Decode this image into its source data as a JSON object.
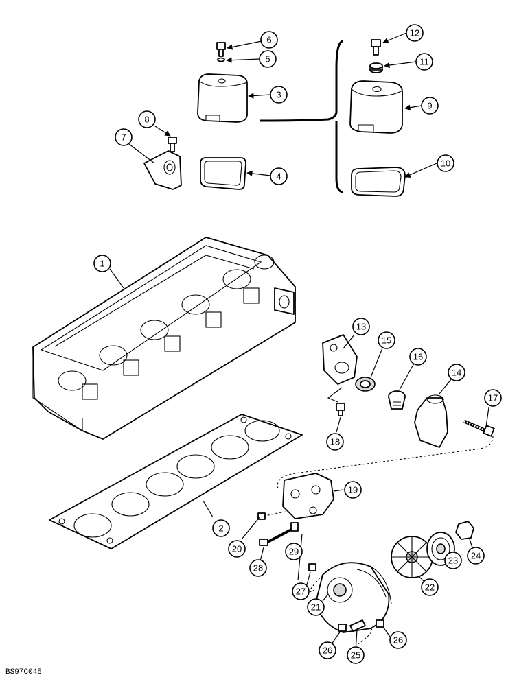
{
  "figure_ref": "BS97C045",
  "callouts": [
    "1",
    "2",
    "3",
    "4",
    "5",
    "6",
    "7",
    "8",
    "9",
    "10",
    "11",
    "12",
    "13",
    "14",
    "15",
    "16",
    "17",
    "18",
    "19",
    "20",
    "21",
    "22",
    "23",
    "24",
    "25",
    "26",
    "26",
    "27",
    "28",
    "29"
  ]
}
